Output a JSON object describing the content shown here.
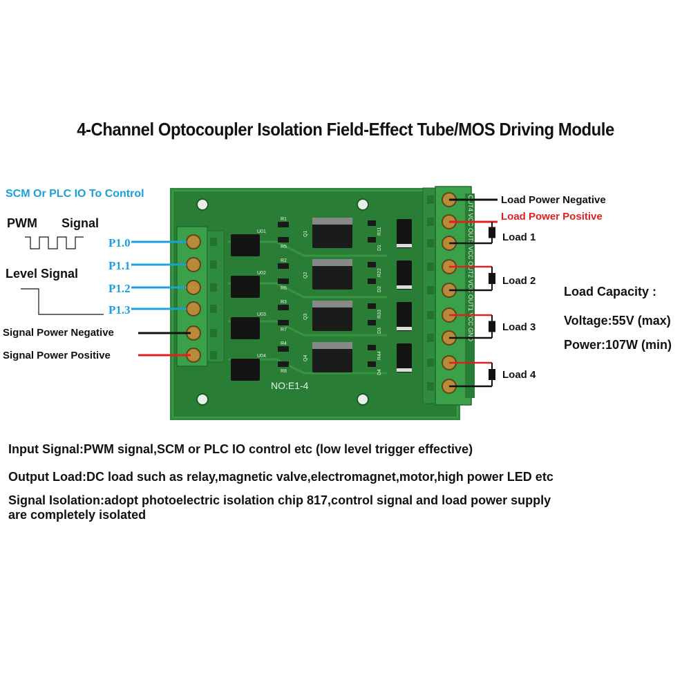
{
  "title": "4-Channel Optocoupler Isolation Field-Effect Tube/MOS Driving Module",
  "left_labels": {
    "control": "SCM Or PLC IO To Control",
    "pwm_word": "PWM",
    "signal_word": "Signal",
    "level_signal": "Level Signal",
    "signal_power_negative": "Signal Power Negative",
    "signal_power_positive": "Signal Power Positive"
  },
  "pins": [
    "P1.0",
    "P1.1",
    "P1.2",
    "P1.3"
  ],
  "right_labels": {
    "load_power_negative": "Load Power Negative",
    "load_power_positive": "Load Power Positive",
    "loads": [
      "Load 1",
      "Load 2",
      "Load 3",
      "Load 4"
    ]
  },
  "capacity": {
    "heading": "Load Capacity :",
    "voltage": "Voltage:55V (max)",
    "power": "Power:107W (min)"
  },
  "board_text": {
    "model": "NO:E1-4",
    "right_terminal_marks": "OUT4 VCC OUT3 VCC OUT2 VCC OUT1 VCC GND",
    "opto_labels": [
      "U01",
      "U02",
      "U03",
      "U04"
    ],
    "resistor_r1": [
      "R1",
      "R2",
      "R3",
      "R4"
    ],
    "resistor_r5": [
      "R5",
      "R6",
      "R7",
      "R8"
    ],
    "mos_labels": [
      "Q1",
      "Q2",
      "Q3",
      "Q4"
    ],
    "resistor_right": [
      "R11",
      "R22",
      "R33",
      "R44"
    ],
    "diode_labels": [
      "D1",
      "D2",
      "D3",
      "D4"
    ]
  },
  "description": {
    "input": "Input Signal:PWM signal,SCM or PLC IO control etc (low level trigger effective)",
    "output": "Output Load:DC load such as relay,magnetic valve,electromagnet,motor,high power LED etc",
    "isolation_line1": "Signal Isolation:adopt photoelectric isolation chip 817,control signal and load power supply",
    "isolation_line2": "are completely isolated"
  },
  "colors": {
    "pcb": "#2f8a3a",
    "terminal": "#3aa04a",
    "blue_wire": "#1aa0dc",
    "red_wire": "#e02020",
    "black_wire": "#111111"
  }
}
